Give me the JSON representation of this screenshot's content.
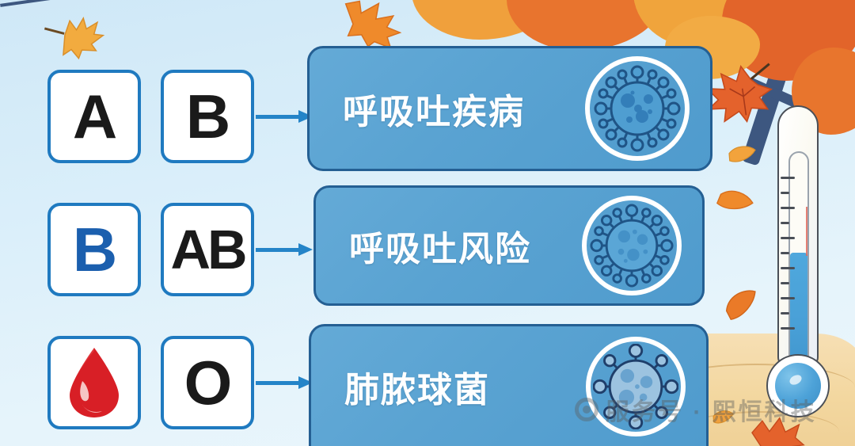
{
  "background": {
    "sky_color": "#dbeffa",
    "ground_color": "#f3d79f",
    "branch_color": "#3d5780"
  },
  "blood_type_cards": [
    {
      "label": "A",
      "type": "text",
      "color": "#1a1a1a",
      "name": "blood-type-a"
    },
    {
      "label": "B",
      "type": "text",
      "color": "#1a1a1a",
      "name": "blood-type-b"
    },
    {
      "label": "B",
      "type": "text",
      "color": "#1b5fae",
      "name": "blood-type-b-blue"
    },
    {
      "label": "AB",
      "type": "text",
      "color": "#1a1a1a",
      "name": "blood-type-ab"
    },
    {
      "label": "",
      "type": "icon",
      "icon": "blood-drop-icon",
      "color": "#d81f26",
      "name": "blood-drop-card"
    },
    {
      "label": "O",
      "type": "text",
      "color": "#1a1a1a",
      "name": "blood-type-o"
    }
  ],
  "panels": [
    {
      "text": "呼吸吐疾病",
      "icon": "virus-icon",
      "color": "#5aa3d2"
    },
    {
      "text": "呼吸吐风险",
      "icon": "virus-icon",
      "color": "#5aa3d2"
    },
    {
      "text": "肺脓球菌",
      "icon": "virus-icon",
      "color": "#5aa3d2"
    }
  ],
  "arrows": {
    "icon": "arrow-right-icon",
    "color": "#2484c8",
    "count": 3
  },
  "thermometer": {
    "fill_color": "#49a0d7",
    "fill_percent": 55,
    "tick_count": 11
  },
  "watermark": {
    "logo": "wechat-service-account-icon",
    "text": "服务号 · 熙恒科技"
  },
  "decorations": {
    "leaves": [
      "maple-leaf-yellow",
      "maple-leaf-orange",
      "maple-leaf-red",
      "maple-leaf-small"
    ],
    "branch": "tree-branch"
  }
}
